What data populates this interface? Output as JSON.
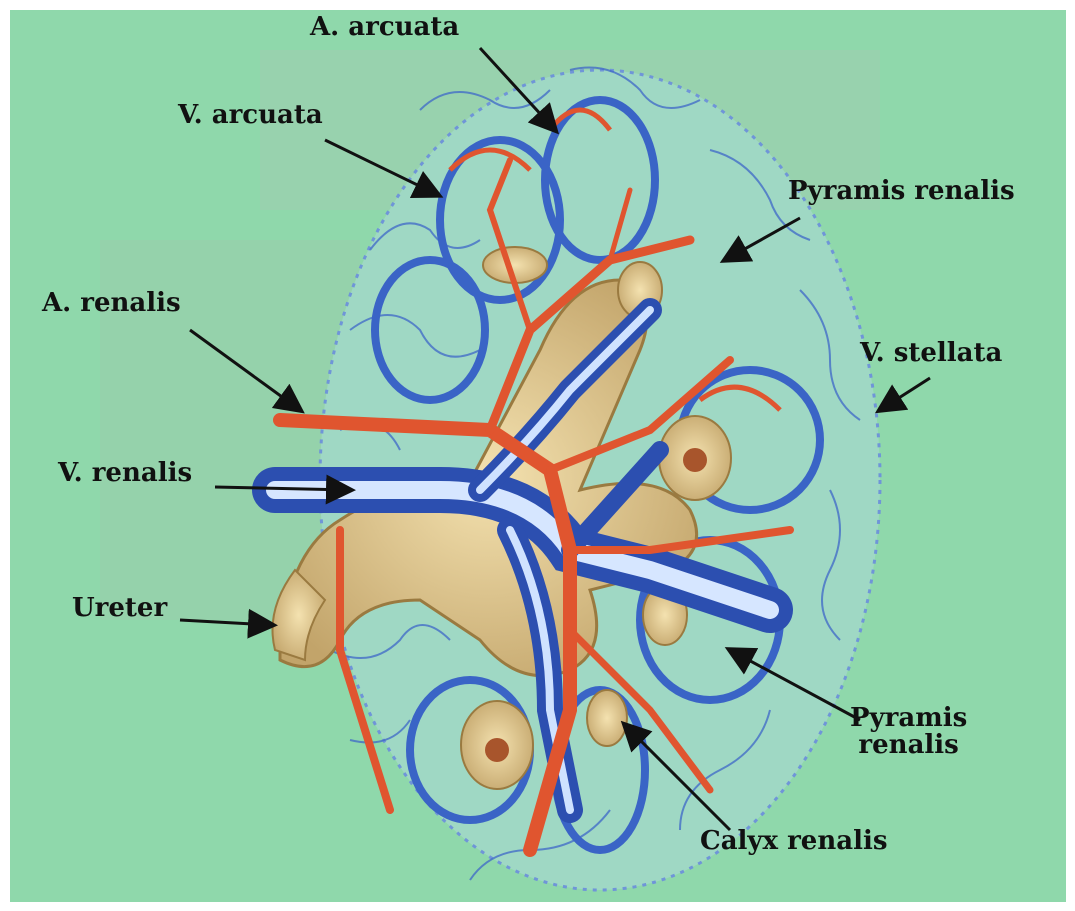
{
  "labels": {
    "a_arcuata": "A. arcuata",
    "v_arcuata": "V. arcuata",
    "pyramis_renalis_top": "Pyramis renalis",
    "a_renalis": "A. renalis",
    "v_stellata": "V. stellata",
    "v_renalis": "V. renalis",
    "ureter": "Ureter",
    "pyramis_renalis_bottom": "Pyramis\nrenalis",
    "calyx_renalis": "Calyx renalis"
  },
  "colors": {
    "background": "#8ed6a8",
    "artery": "#e0552f",
    "vein": "#3a64c6",
    "calyx": "#d9c08a",
    "label_text": "#111111"
  }
}
